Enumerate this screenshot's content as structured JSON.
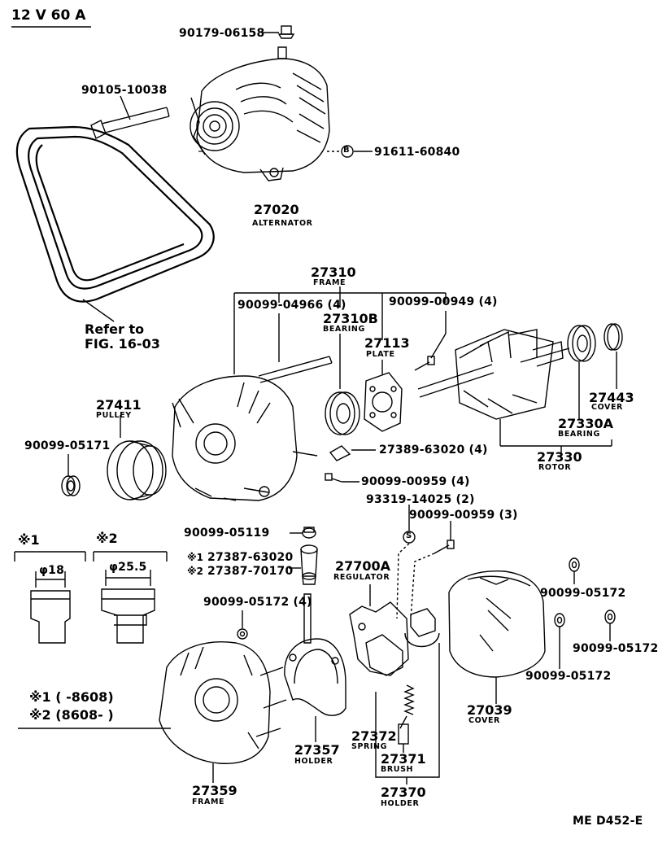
{
  "header": {
    "spec": "12 V  60 A"
  },
  "parts": {
    "nut_top": "90179-06158",
    "bolt": "90105-10038",
    "stud_b": "91611-60840",
    "alternator": {
      "number": "27020",
      "name": "ALTERNATOR"
    },
    "frame_top": {
      "number": "27310",
      "name": "FRAME"
    },
    "screw_4966": "90099-04966  (4)",
    "screw_949": "90099-00949  (4)",
    "bearing_b": {
      "number": "27310B",
      "name": "BEARING"
    },
    "plate": {
      "number": "27113",
      "name": "PLATE"
    },
    "cover_443": {
      "number": "27443",
      "name": "COVER"
    },
    "bearing_a": {
      "number": "27330A",
      "name": "BEARING"
    },
    "rotor": {
      "number": "27330",
      "name": "ROTOR"
    },
    "pulley": {
      "number": "27411",
      "name": "PULLEY"
    },
    "nut_5171": "90099-05171",
    "insulator": "27389-63020  (4)",
    "screw_959a": "90099-00959  (4)",
    "ring_s": "93319-14025  (2)",
    "screw_959b": "90099-00959  (3)",
    "nut_5119": "90099-05119",
    "term1": "27387-63020",
    "term2": "27387-70170",
    "regulator": {
      "number": "27700A",
      "name": "REGULATOR"
    },
    "nut_5172a": "90099-05172  (4)",
    "nut_5172b": "90099-05172",
    "nut_5172c": "90099-05172",
    "nut_5172d": "90099-05172",
    "rear_cover": {
      "number": "27039",
      "name": "COVER"
    },
    "rect_holder": {
      "number": "27357",
      "name": "HOLDER"
    },
    "spring": {
      "number": "27372",
      "name": "SPRING"
    },
    "brush": {
      "number": "27371",
      "name": "BRUSH"
    },
    "brush_holder": {
      "number": "27370",
      "name": "HOLDER"
    },
    "frame_bottom": {
      "number": "27359",
      "name": "FRAME"
    }
  },
  "reference": {
    "line1": "Refer to",
    "line2": "FIG. 16-03"
  },
  "variants": {
    "v1_mark": "※1",
    "v2_mark": "※2",
    "dim1": "φ18",
    "dim2": "φ25.5",
    "v1_range": "※1  (      -8608)",
    "v2_range": "※2  (8608-        )",
    "t1_mark": "※1",
    "t2_mark": "※2"
  },
  "markers": {
    "b": "B",
    "s": "S"
  },
  "figure_id": "ME D452-E"
}
